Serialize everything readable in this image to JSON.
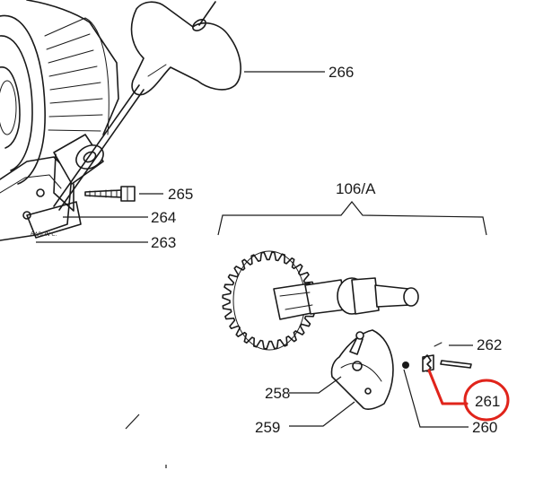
{
  "diagram": {
    "group_label": "106/A",
    "labels": {
      "p266": "266",
      "p265": "265",
      "p264": "264",
      "p263": "263",
      "p262": "262",
      "p261": "261",
      "p260": "260",
      "p259": "259",
      "p258": "258"
    },
    "highlight": {
      "part": "261",
      "color": "#e0241b"
    },
    "signature": "BARON C."
  }
}
